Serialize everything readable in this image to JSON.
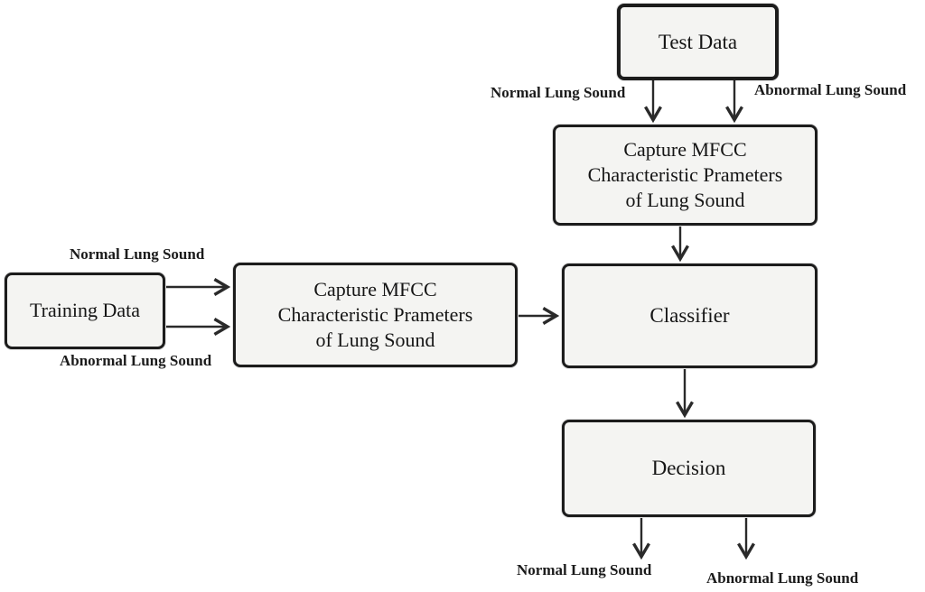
{
  "diagram": {
    "title": "MFCC lung sound classification flowchart",
    "colors": {
      "background": "#ffffff",
      "node_fill": "#f4f4f2",
      "node_border": "#1c1c1c",
      "arrow": "#2a2a2a",
      "text": "#151515"
    },
    "nodes": {
      "test_data": {
        "label": "Test Data"
      },
      "capture_test": {
        "label": "Capture MFCC\nCharacteristic Prameters\nof Lung Sound"
      },
      "training_data": {
        "label": "Training Data"
      },
      "capture_train": {
        "label": "Capture MFCC\nCharacteristic Prameters\nof Lung Sound"
      },
      "classifier": {
        "label": "Classifier"
      },
      "decision": {
        "label": "Decision"
      }
    },
    "edge_labels": {
      "test_normal": "Normal Lung Sound",
      "test_abnormal": "Abnormal Lung Sound",
      "train_normal": "Normal Lung Sound",
      "train_abnormal": "Abnormal Lung Sound",
      "decision_normal": "Normal Lung Sound",
      "decision_abnormal": "Abnormal Lung Sound"
    },
    "edges": [
      "Test Data -> Capture MFCC (test) [Normal Lung Sound]",
      "Test Data -> Capture MFCC (test) [Abnormal Lung Sound]",
      "Capture MFCC (test) -> Classifier",
      "Training Data -> Capture MFCC (train) [Normal Lung Sound]",
      "Training Data -> Capture MFCC (train) [Abnormal Lung Sound]",
      "Capture MFCC (train) -> Classifier",
      "Classifier -> Decision",
      "Decision -> [Normal Lung Sound]",
      "Decision -> [Abnormal Lung Sound]"
    ]
  }
}
